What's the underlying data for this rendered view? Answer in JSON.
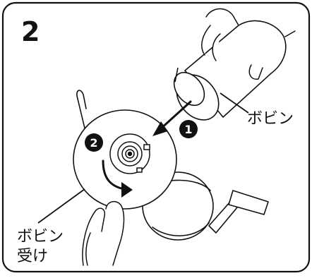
{
  "figure": {
    "step_number": "2",
    "steps": [
      {
        "marker": "1"
      },
      {
        "marker": "2"
      }
    ],
    "labels": {
      "bobbin": "ボビン",
      "bobbin_holder_line1": "ボビン",
      "bobbin_holder_line2": "受け"
    },
    "icons": [
      "hand-icon",
      "bobbin-icon",
      "reel-icon",
      "arrow-icon",
      "curved-arrow-icon"
    ]
  }
}
